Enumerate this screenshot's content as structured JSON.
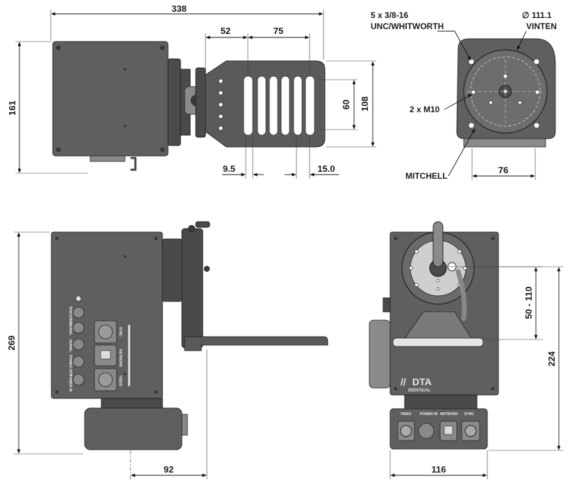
{
  "dimensions": {
    "top_width": "338",
    "plate_offset": "52",
    "plate_slot_span": "75",
    "plate_height": "161",
    "slot_height": "60",
    "plate_total_height": "108",
    "slot_left_offset": "9.5",
    "slot_right_offset": "15.0",
    "front_height": "269",
    "front_base_offset": "92",
    "side_adjust": "50 - 110",
    "side_height": "224",
    "side_width": "116",
    "top_view_width": "76",
    "diameter": "111.1"
  },
  "callouts": {
    "thread_line1": "5 x 3/8-16",
    "thread_line2": "UNC/WHITWORTH",
    "diameter_symbol": "∅",
    "vinten": "VINTEN",
    "m10": "2 x M10",
    "mitchell": "MITCHELL"
  },
  "panel_labels": {
    "tracking": "TRACKING",
    "serial": "SERIAL",
    "serial2": "SERIAL",
    "power_out": "POWER OUT",
    "power_in": "POWER IN",
    "sync": "SYNC",
    "network": "NETWORK",
    "video": "VIDEO"
  },
  "base_labels": {
    "video": "VIDEO",
    "power_in": "POWER IN",
    "network": "NETWORK",
    "sync": "SYNC"
  },
  "brand": {
    "logo_mark": "//",
    "name": "DTA",
    "sub": "IDENTICAL"
  }
}
